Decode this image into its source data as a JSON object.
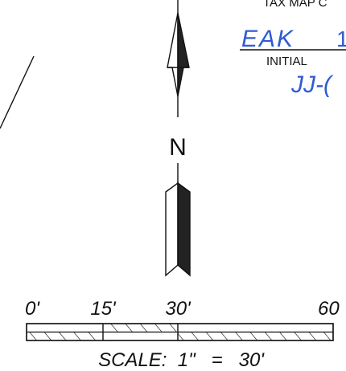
{
  "header": {
    "tax_map_text": "TAX MAP C",
    "initial_label": "INITIAL",
    "handwritten_initials": "EAK",
    "handwritten_partial": "1",
    "handwritten_second": "JJ-(",
    "ink_color": "#2f5bd3"
  },
  "north_arrow": {
    "label": "N"
  },
  "scale_bar": {
    "tick_labels": [
      "0'",
      "15'",
      "30'",
      "60"
    ],
    "scale_text": "SCALE:  1\"   =   30'"
  }
}
